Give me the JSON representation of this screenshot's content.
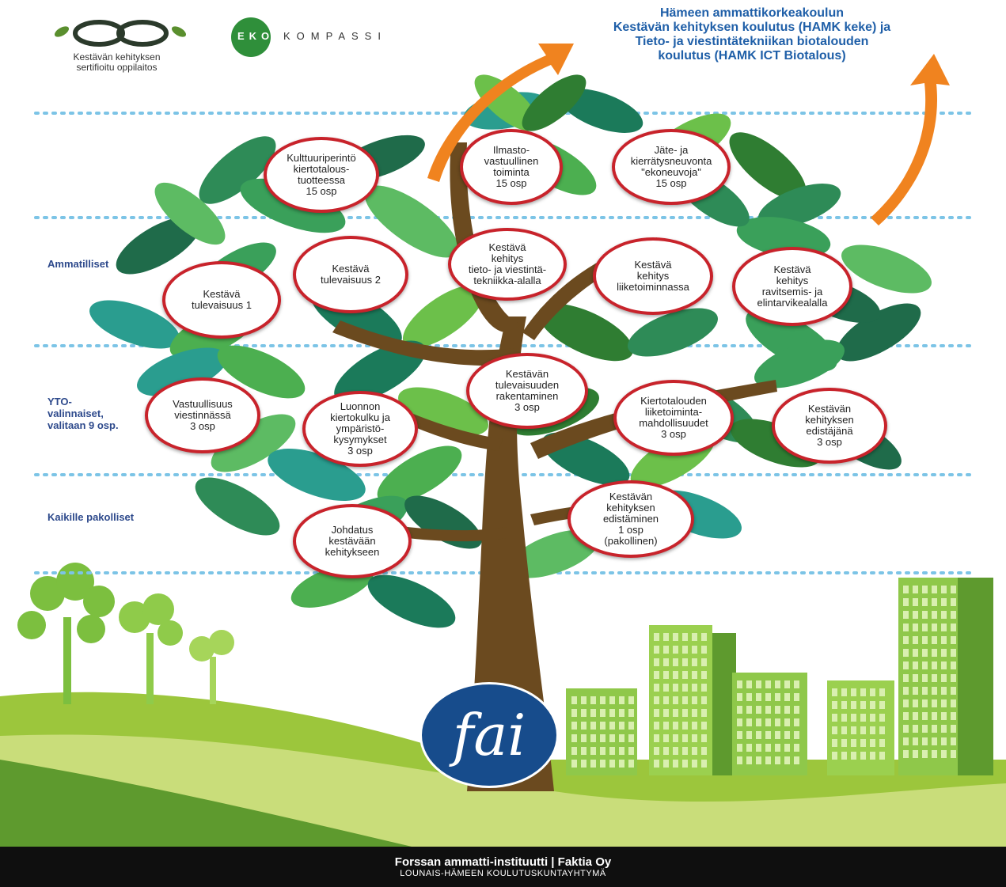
{
  "header": {
    "certification_logo_text": "Kestävän kehityksen\nsertifioitu oppilaitos",
    "ekokompassi_eko": "EKO",
    "ekokompassi_rest": "KOMPASSI",
    "hamk_text": "Hämeen ammattikorkeakoulun\nKestävän kehityksen koulutus (HAMK keke) ja\nTieto- ja viestintätekniikan biotalouden\nkoulutus (HAMK ICT Biotalous)"
  },
  "levels": [
    {
      "label": "Ammatilliset"
    },
    {
      "label": "YTO-\nvalinnaiset,\nvalitaan 9 osp."
    },
    {
      "label": "Kaikille pakolliset"
    }
  ],
  "courses": {
    "top": [
      {
        "text": "Kulttuuriperintö\nkiertotalous-\ntuotteessa\n15 osp"
      },
      {
        "text": "Ilmasto-\nvastuullinen\ntoiminta\n15 osp"
      },
      {
        "text": "Jäte- ja\nkierrätysneuvonta\n\"ekoneuvoja\"\n15 osp"
      }
    ],
    "ammatilliset": [
      {
        "text": "Kestävä\ntulevaisuus 1"
      },
      {
        "text": "Kestävä\ntulevaisuus 2"
      },
      {
        "text": "Kestävä\nkehitys\ntieto- ja viestintä-\ntekniikka-alalla"
      },
      {
        "text": "Kestävä\nkehitys\nliiketoiminnassa"
      },
      {
        "text": "Kestävä\nkehitys\nravitsemis- ja\nelintarvikealalla"
      }
    ],
    "yto": [
      {
        "text": "Vastuullisuus\nviestinnässä\n3 osp"
      },
      {
        "text": "Luonnon\nkiertokulku ja\nympäristö-\nkysymykset\n3 osp"
      },
      {
        "text": "Kestävän\ntulevaisuuden\nrakentaminen\n3 osp"
      },
      {
        "text": "Kiertotalouden\nliiketoiminta-\nmahdollisuudet\n3 osp"
      },
      {
        "text": "Kestävän\nkehityksen\nedistäjänä\n3 osp"
      }
    ],
    "pakolliset": [
      {
        "text": "Johdatus\nkestävään\nkehitykseen"
      },
      {
        "text": "Kestävän\nkehityksen\nedistäminen\n1 osp\n(pakollinen)"
      }
    ]
  },
  "logo": {
    "text": "fai"
  },
  "footer": {
    "line1": "Forssan ammatti-instituutti | Faktia Oy",
    "line2": "LOUNAIS-HÄMEEN KOULUTUSKUNTAYHTYMÄ"
  },
  "colors": {
    "circle_border": "#c8232b",
    "level_label": "#2e4a8c",
    "hamk_text": "#1f5fa8",
    "arrow": "#f0831f",
    "trunk": "#6b4a1f",
    "dotted_line": "#7cc4e6",
    "fai_blue": "#174c8c",
    "footer_bg": "#0f0f0f"
  }
}
